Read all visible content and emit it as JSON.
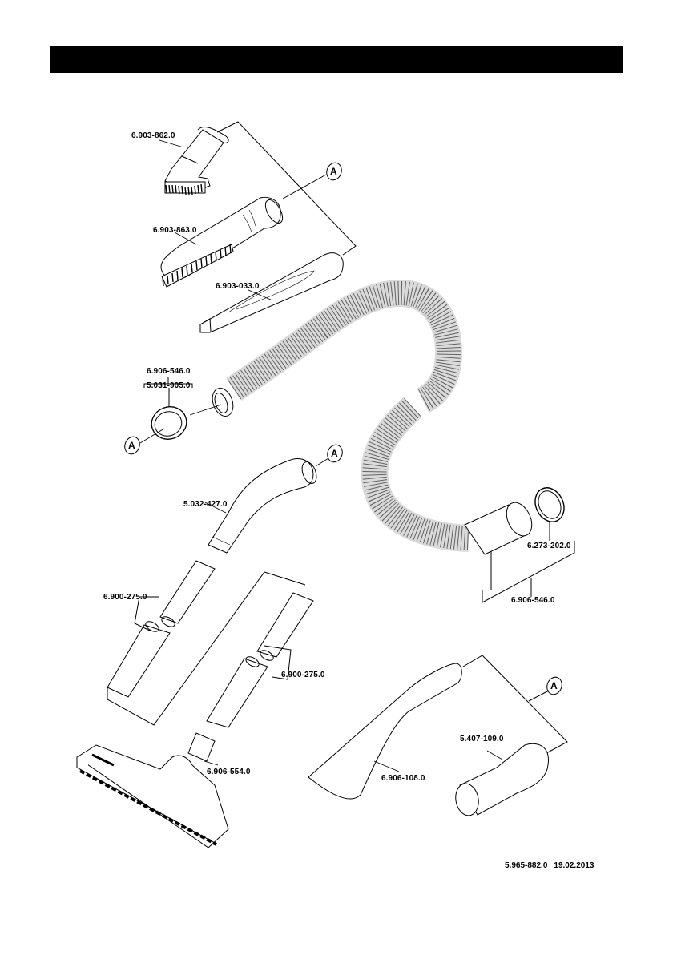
{
  "page": {
    "header_bar_text": "",
    "footer": {
      "document_number": "5.965-882.0",
      "date": "19.02.2013"
    }
  },
  "parts": [
    {
      "id": "brush-upholstery",
      "number": "6.903-862.0",
      "description": "upholstery brush nozzle"
    },
    {
      "id": "brush-dusting",
      "number": "6.903-863.0",
      "description": "dusting brush"
    },
    {
      "id": "crevice-nozzle",
      "number": "6.903-033.0",
      "description": "crevice nozzle"
    },
    {
      "id": "hose-assembly-top",
      "number": "6.906-546.0",
      "description": "suction hose assembly"
    },
    {
      "id": "bayonet-ring",
      "number": "5.031-905.0",
      "description": "bayonet ring"
    },
    {
      "id": "elbow",
      "number": "5.032-427.0",
      "description": "hose elbow"
    },
    {
      "id": "tube-left",
      "number": "6.900-275.0",
      "description": "suction tubes"
    },
    {
      "id": "tube-right",
      "number": "6.900-275.0",
      "description": "suction tubes"
    },
    {
      "id": "seal-ring",
      "number": "6.273-202.0",
      "description": "seal ring"
    },
    {
      "id": "hose-assembly-bottom",
      "number": "6.906-546.0",
      "description": "suction hose assembly"
    },
    {
      "id": "floor-nozzle",
      "number": "6.906-554.0",
      "description": "floor nozzle"
    },
    {
      "id": "wet-nozzle",
      "number": "6.906-108.0",
      "description": "wet/dry nozzle"
    },
    {
      "id": "adapter",
      "number": "5.407-109.0",
      "description": "adapter"
    }
  ],
  "callouts": {
    "a_marker": "A"
  }
}
